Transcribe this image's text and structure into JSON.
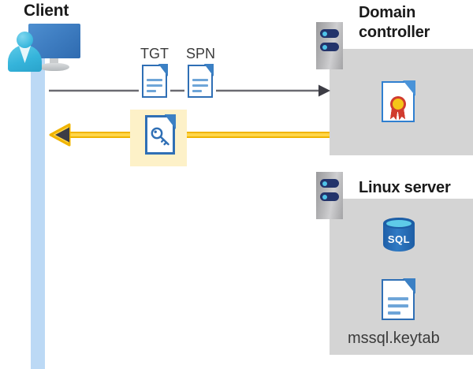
{
  "diagram": {
    "title": "Kerberos authentication flow between client, domain controller and Linux server",
    "background": "#ffffff",
    "accent_blue": "#2f6fb5",
    "accent_yellow": "#f5c518",
    "panel_gray": "#d4d4d4",
    "lifeline_blue": "#bcd9f5",
    "highlight_yellow": "#fdf1c8"
  },
  "client": {
    "title": "Client",
    "icon": "user-workstation-icon",
    "lifeline": "client-lifeline"
  },
  "messages": {
    "request": {
      "name": "request-arrow",
      "direction": "right",
      "color": "#5a5a60",
      "documents": [
        {
          "label": "TGT",
          "icon": "document-icon"
        },
        {
          "label": "SPN",
          "icon": "document-icon"
        }
      ]
    },
    "response": {
      "name": "response-arrow",
      "direction": "left",
      "color": "#f5c518",
      "highlighted": true,
      "document": {
        "label": "",
        "icon": "key-document-icon"
      }
    }
  },
  "domain_controller": {
    "title": "Domain controller",
    "title_line1": "Domain",
    "title_line2": "controller",
    "rack_icon": "server-rack-icon",
    "contents": [
      {
        "label": "",
        "icon": "certificate-document-icon"
      }
    ]
  },
  "linux_server": {
    "title": "Linux server",
    "rack_icon": "server-rack-icon",
    "contents": [
      {
        "label": "SQL",
        "icon": "sql-database-icon"
      },
      {
        "label": "mssql.keytab",
        "icon": "document-icon"
      }
    ]
  }
}
